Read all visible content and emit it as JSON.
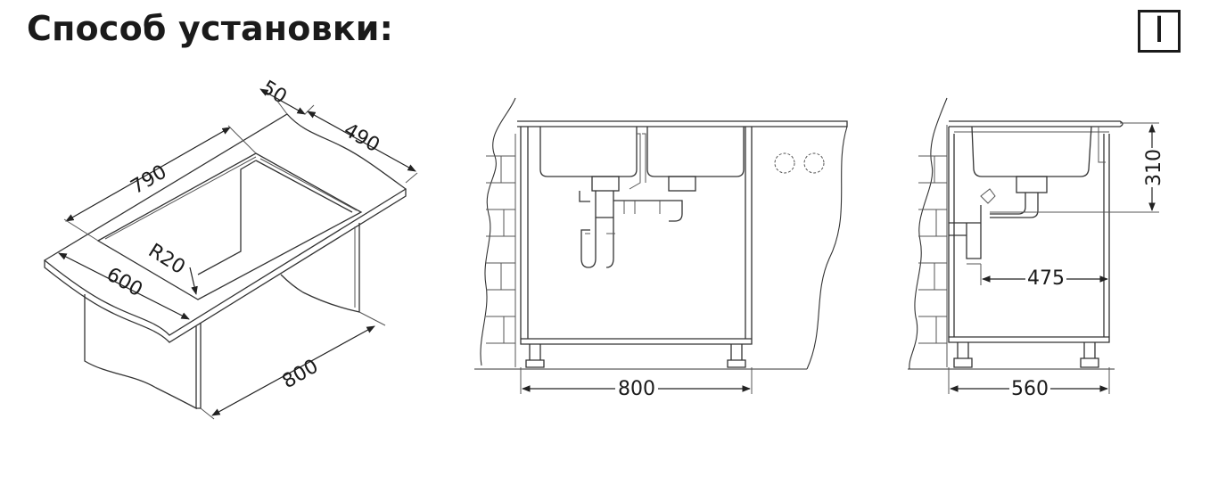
{
  "header": {
    "title": "Способ установки:",
    "badge": "I"
  },
  "view_3d": {
    "dim_top_depth": "50",
    "dim_length": "790",
    "dim_width": "490",
    "dim_radius": "R20",
    "dim_cabinet_depth": "600",
    "dim_cabinet_width": "800"
  },
  "view_front": {
    "dim_width": "800"
  },
  "view_side": {
    "dim_height": "310",
    "dim_drain": "475",
    "dim_depth": "560"
  }
}
